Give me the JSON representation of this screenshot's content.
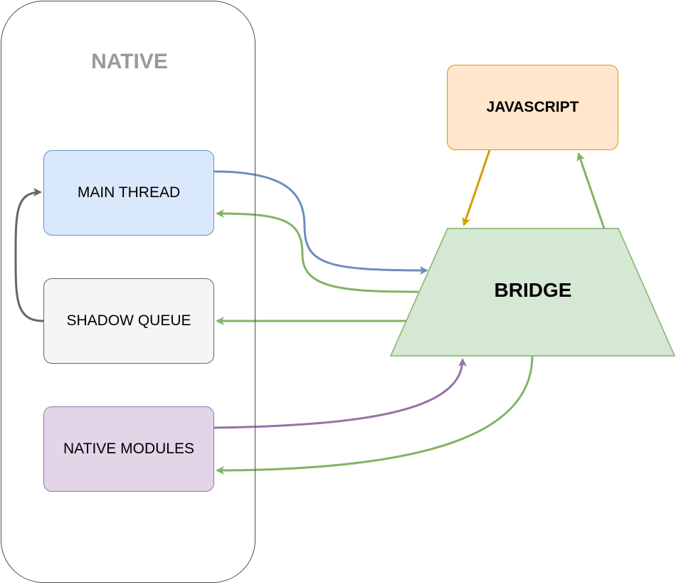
{
  "container": {
    "title": "NATIVE"
  },
  "nodes": {
    "main_thread": "MAIN THREAD",
    "shadow_queue": "SHADOW QUEUE",
    "native_modules": "NATIVE MODULES",
    "javascript": "JAVASCRIPT",
    "bridge": "BRIDGE"
  },
  "colors": {
    "container_border": "#4d4d4d",
    "container_title": "#999999",
    "main_thread_fill": "#dae8fc",
    "main_thread_stroke": "#6c8ebf",
    "shadow_queue_fill": "#f5f5f5",
    "shadow_queue_stroke": "#666666",
    "native_modules_fill": "#e1d5e7",
    "native_modules_stroke": "#9673a6",
    "javascript_fill": "#ffe6cc",
    "javascript_stroke": "#d79b00",
    "bridge_fill": "#d5e8d4",
    "bridge_stroke": "#82b366",
    "edge_blue": "#6c8ebf",
    "edge_green": "#82b366",
    "edge_purple": "#9673a6",
    "edge_orange": "#d79b00",
    "edge_gray": "#666666"
  },
  "edges": [
    {
      "from": "main_thread",
      "to": "bridge",
      "color": "edge_blue"
    },
    {
      "from": "bridge",
      "to": "main_thread",
      "color": "edge_green"
    },
    {
      "from": "bridge",
      "to": "shadow_queue",
      "color": "edge_green"
    },
    {
      "from": "shadow_queue",
      "to": "main_thread",
      "color": "edge_gray"
    },
    {
      "from": "native_modules",
      "to": "bridge",
      "color": "edge_purple"
    },
    {
      "from": "bridge",
      "to": "native_modules",
      "color": "edge_green"
    },
    {
      "from": "javascript",
      "to": "bridge",
      "color": "edge_orange"
    },
    {
      "from": "bridge",
      "to": "javascript",
      "color": "edge_green"
    }
  ]
}
